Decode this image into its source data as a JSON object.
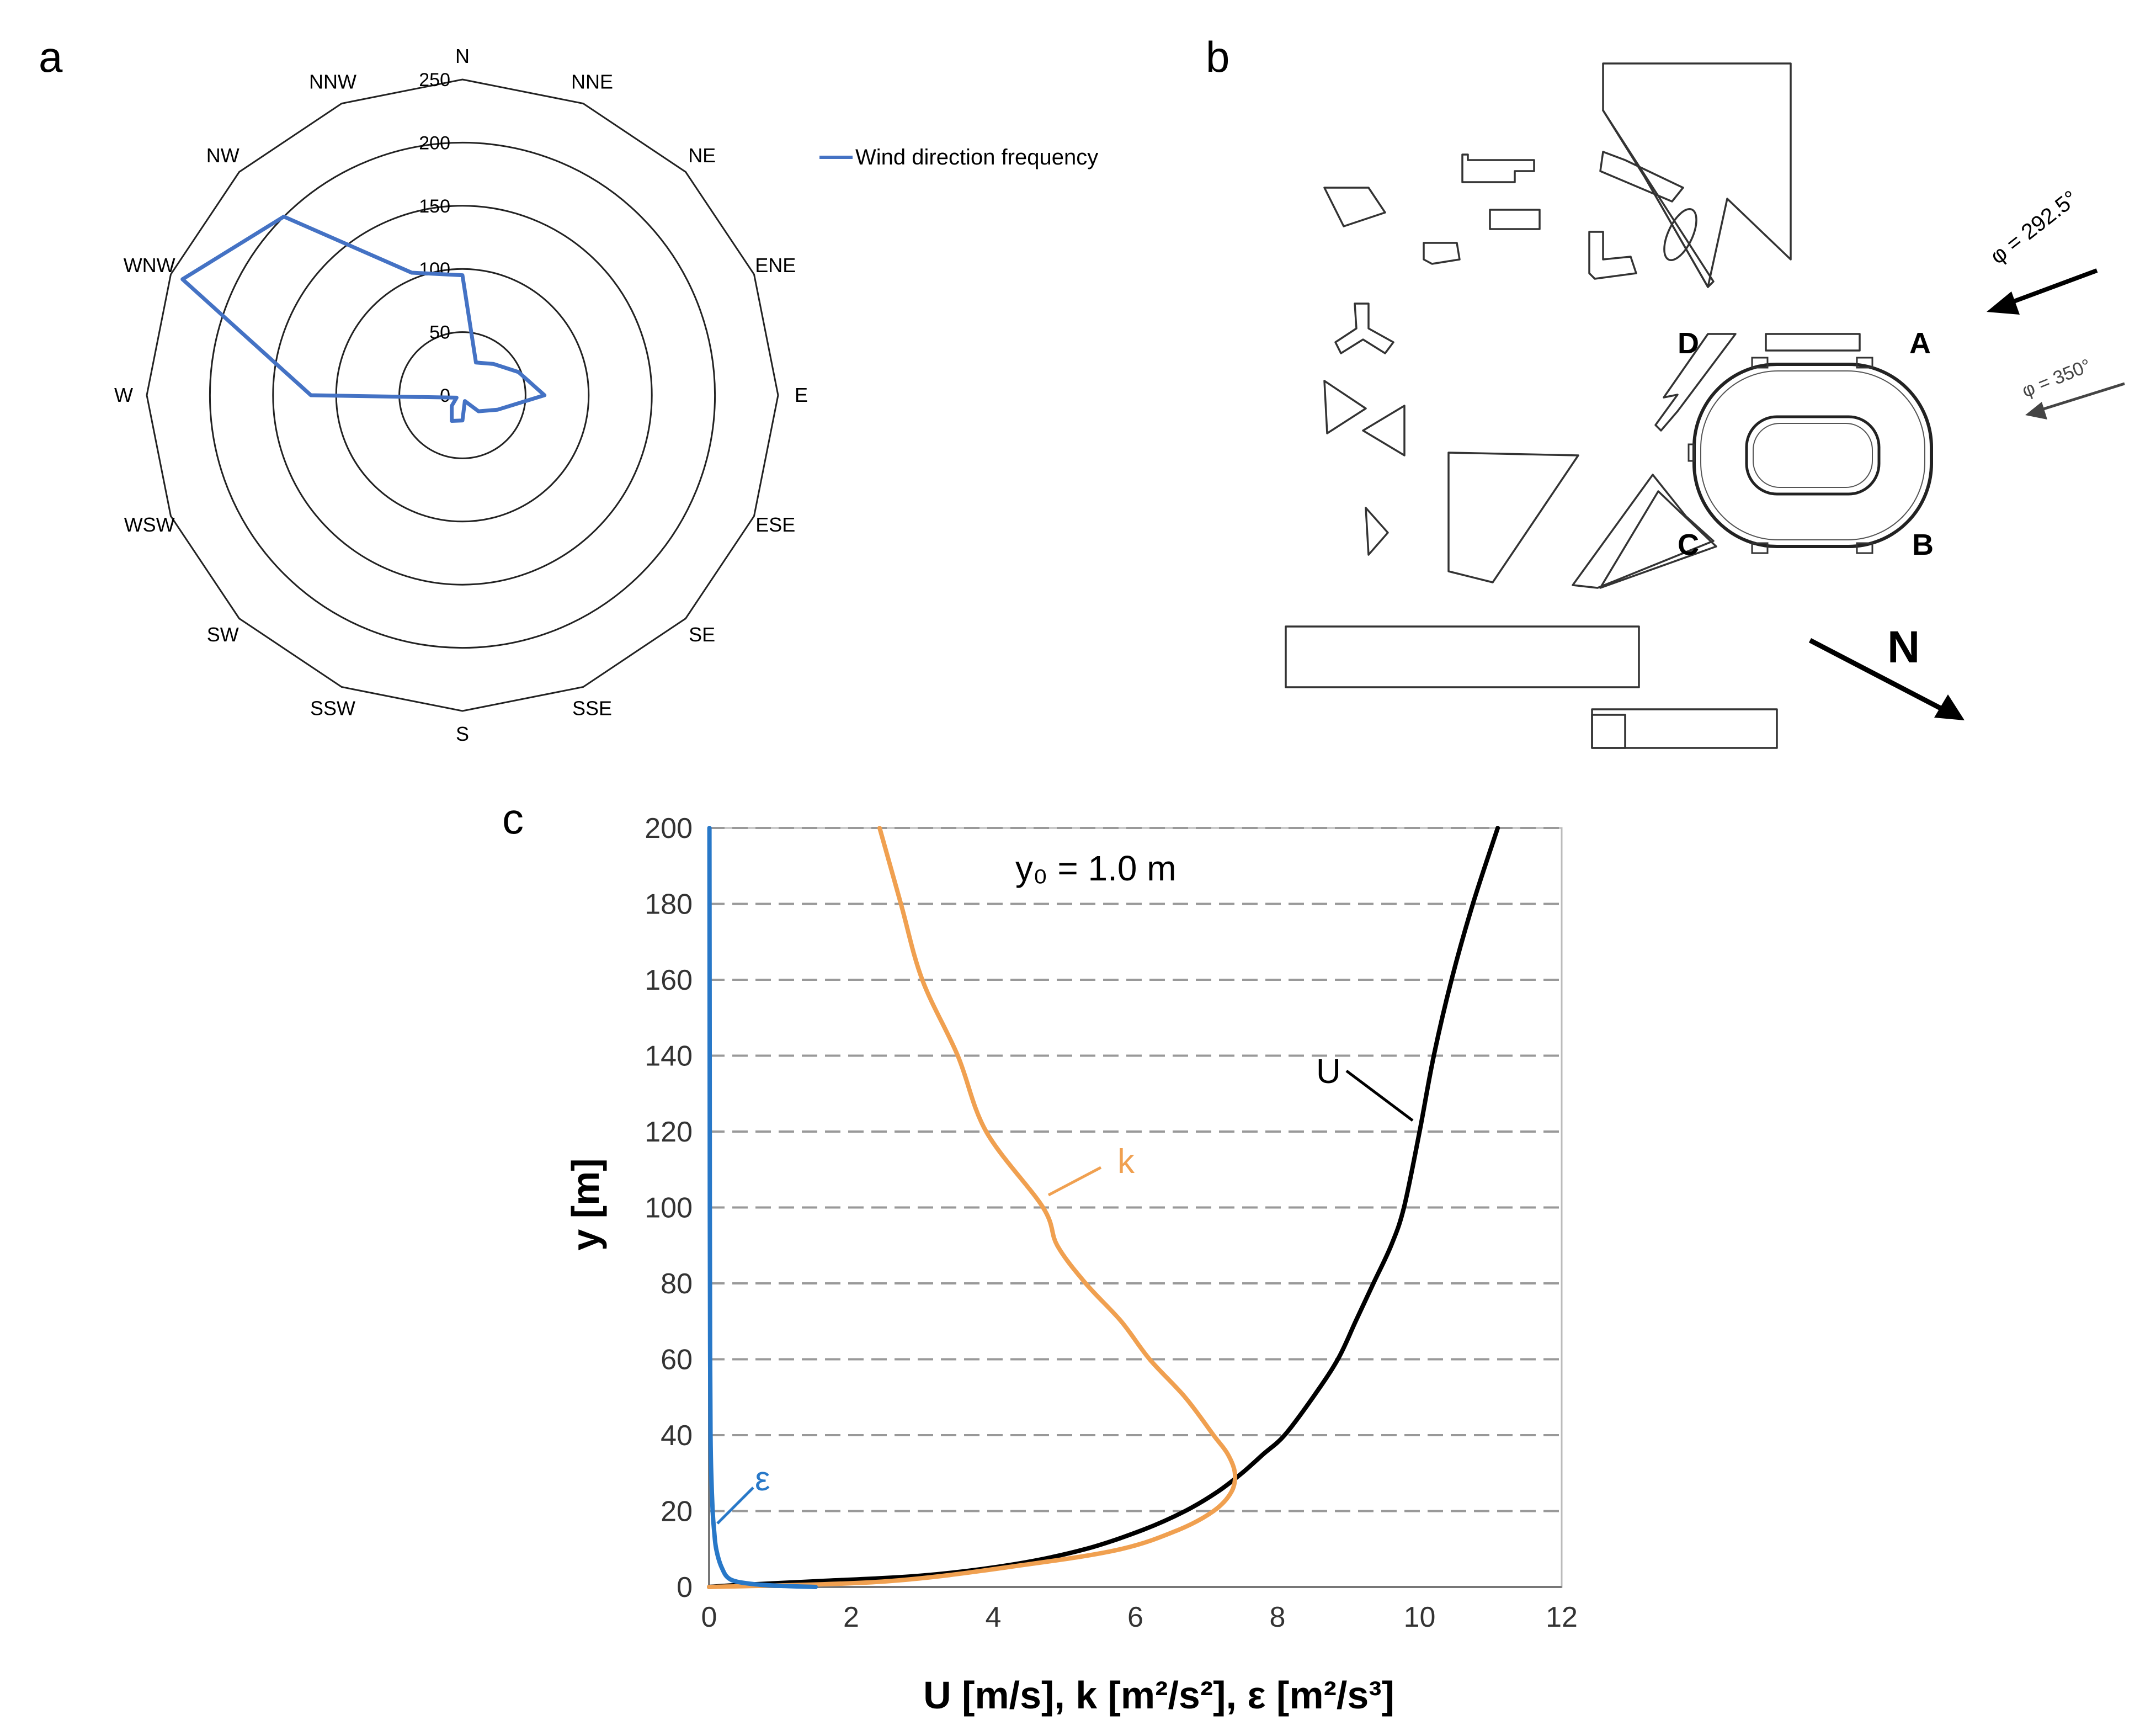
{
  "panels": {
    "a": "a",
    "b": "b",
    "c": "c"
  },
  "chart_data": [
    {
      "type": "radar",
      "panel": "a",
      "directions": [
        "N",
        "NNE",
        "NE",
        "ENE",
        "E",
        "ESE",
        "SE",
        "SSE",
        "S",
        "SSW",
        "SW",
        "WSW",
        "W",
        "WNW",
        "NW",
        "NNW"
      ],
      "radial_ticks": [
        "0",
        "50",
        "100",
        "150",
        "200",
        "250"
      ],
      "rlim": [
        0,
        250
      ],
      "legend_placement": "right",
      "series": [
        {
          "name": "Wind direction frequency",
          "color": "#4472C4",
          "values": [
            95,
            28,
            35,
            48,
            65,
            30,
            18,
            5,
            20,
            22,
            12,
            5,
            120,
            240,
            200,
            105
          ]
        }
      ]
    },
    {
      "type": "line",
      "panel": "c",
      "annotation": "y₀ = 1.0 m",
      "xlabel": "U [m/s], k [m²/s²], ε [m²/s³]",
      "ylabel": "y [m]",
      "xlim": [
        0,
        12
      ],
      "ylim": [
        0,
        200
      ],
      "xticks": [
        "0",
        "2",
        "4",
        "6",
        "8",
        "10",
        "12"
      ],
      "yticks": [
        "0",
        "20",
        "40",
        "60",
        "80",
        "100",
        "120",
        "140",
        "160",
        "180",
        "200"
      ],
      "grid": "horizontal dashed",
      "series": [
        {
          "name": "U",
          "color": "#000000",
          "points": [
            [
              0,
              0
            ],
            [
              0.4,
              0.5
            ],
            [
              1.5,
              1.5
            ],
            [
              3.0,
              3.0
            ],
            [
              4.3,
              6
            ],
            [
              5.3,
              10
            ],
            [
              6.1,
              15
            ],
            [
              6.7,
              20
            ],
            [
              7.15,
              25
            ],
            [
              7.5,
              30
            ],
            [
              7.8,
              35
            ],
            [
              8.1,
              40
            ],
            [
              8.5,
              50
            ],
            [
              8.85,
              60
            ],
            [
              9.1,
              70
            ],
            [
              9.35,
              80
            ],
            [
              9.6,
              90
            ],
            [
              9.78,
              100
            ],
            [
              10.0,
              120
            ],
            [
              10.2,
              140
            ],
            [
              10.45,
              160
            ],
            [
              10.75,
              180
            ],
            [
              11.1,
              200
            ]
          ]
        },
        {
          "name": "k",
          "color": "#F0A050",
          "points": [
            [
              0,
              0
            ],
            [
              2.5,
              1.5
            ],
            [
              4.5,
              6
            ],
            [
              5.8,
              10
            ],
            [
              6.6,
              15
            ],
            [
              7.1,
              20
            ],
            [
              7.35,
              25
            ],
            [
              7.4,
              30
            ],
            [
              7.3,
              35
            ],
            [
              7.1,
              40
            ],
            [
              6.7,
              50
            ],
            [
              6.2,
              60
            ],
            [
              5.8,
              70
            ],
            [
              5.3,
              80
            ],
            [
              4.9,
              90
            ],
            [
              4.7,
              100
            ],
            [
              3.9,
              120
            ],
            [
              3.5,
              140
            ],
            [
              3.0,
              160
            ],
            [
              2.7,
              180
            ],
            [
              2.4,
              200
            ]
          ]
        },
        {
          "name": "ε",
          "color": "#2878C8",
          "points": [
            [
              1.5,
              0
            ],
            [
              1.0,
              0.3
            ],
            [
              0.6,
              0.8
            ],
            [
              0.3,
              2
            ],
            [
              0.18,
              5
            ],
            [
              0.1,
              10
            ],
            [
              0.07,
              15
            ],
            [
              0.05,
              20
            ],
            [
              0.03,
              30
            ],
            [
              0.02,
              40
            ],
            [
              0.015,
              60
            ],
            [
              0.01,
              100
            ],
            [
              0.005,
              200
            ]
          ]
        }
      ]
    }
  ],
  "site": {
    "corners": [
      "A",
      "B",
      "C",
      "D"
    ],
    "north_label": "N",
    "wind1": "φ = 292.5°",
    "wind2": "φ = 350°"
  }
}
